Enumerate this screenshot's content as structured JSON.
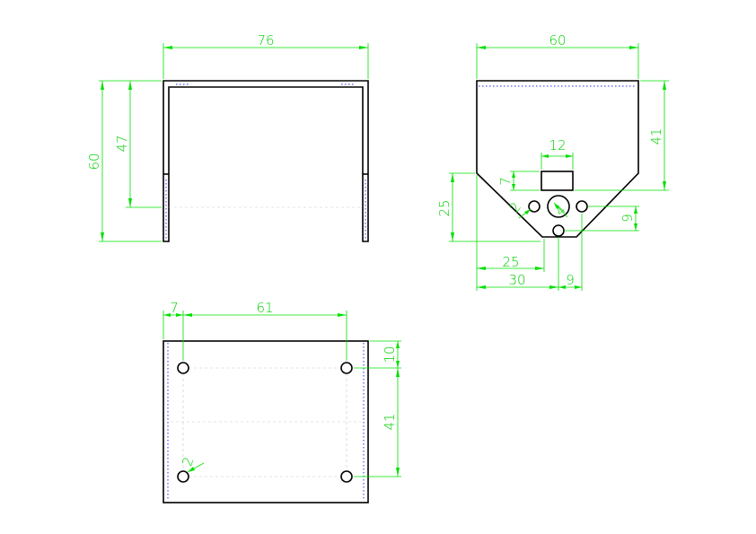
{
  "drawing": {
    "front_view": {
      "width_label": "76",
      "total_height_label": "60",
      "inner_height_label": "47"
    },
    "side_view": {
      "width_label": "60",
      "height_label": "41",
      "slot_width_label": "12",
      "slot_height_label": "7",
      "lower_height_label": "25",
      "small_hole_label": "2",
      "big_hole_label": "4",
      "hole_offset_label": "9",
      "horizontal_25_label": "25",
      "horizontal_30_label": "30",
      "horizontal_9_label": "9"
    },
    "top_view": {
      "edge_offset_label": "7",
      "hole_spacing_x_label": "61",
      "hole_offset_y_label": "10",
      "hole_spacing_y_label": "41",
      "hole_dia_label": "2"
    },
    "colors": {
      "part": "#000000",
      "dimension": "#00e000",
      "hidden_line": "#2a2aff"
    }
  }
}
